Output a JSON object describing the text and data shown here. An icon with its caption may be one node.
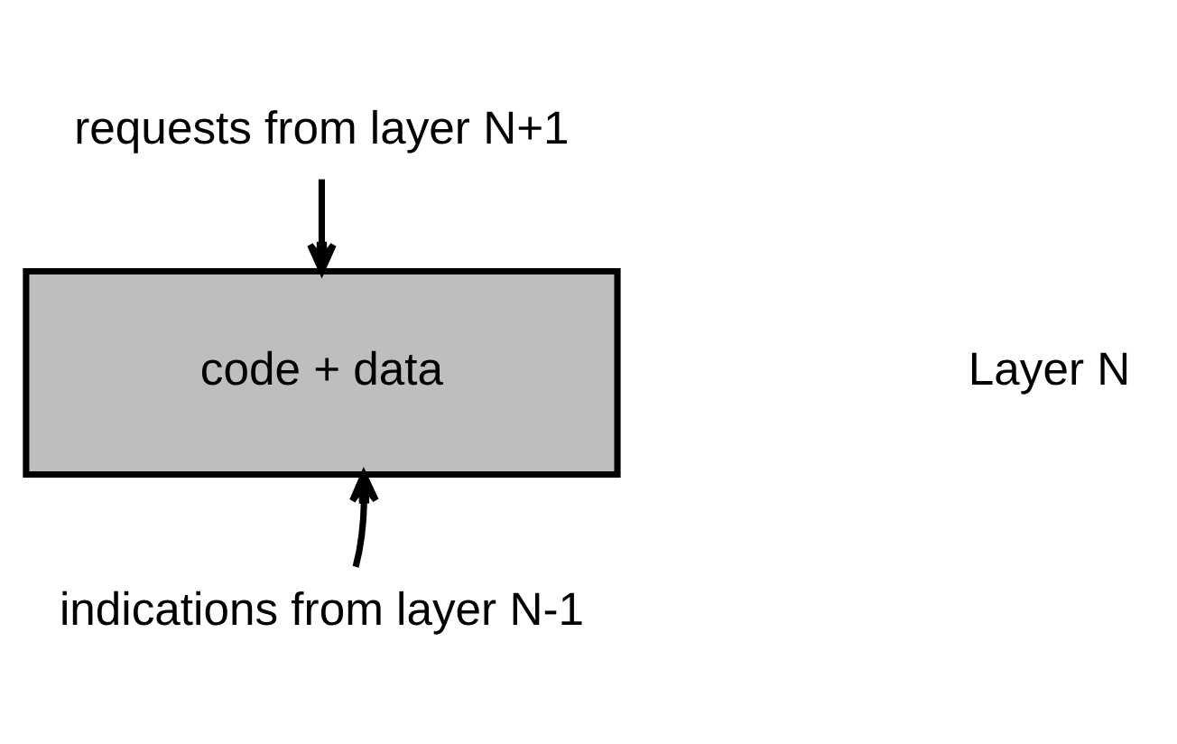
{
  "diagram": {
    "nodes": [
      {
        "text": [
          "requests from layer N+1"
        ]
      },
      {
        "text": [
          "code + data"
        ]
      },
      {
        "text": [
          "indications from layer N-1"
        ]
      }
    ],
    "edges": [
      {
        "from": 0,
        "to": 1,
        "arrow": "to"
      },
      {
        "from": 2,
        "to": 1,
        "arrow": "to"
      }
    ],
    "labels": [
      "Layer N"
    ]
  }
}
